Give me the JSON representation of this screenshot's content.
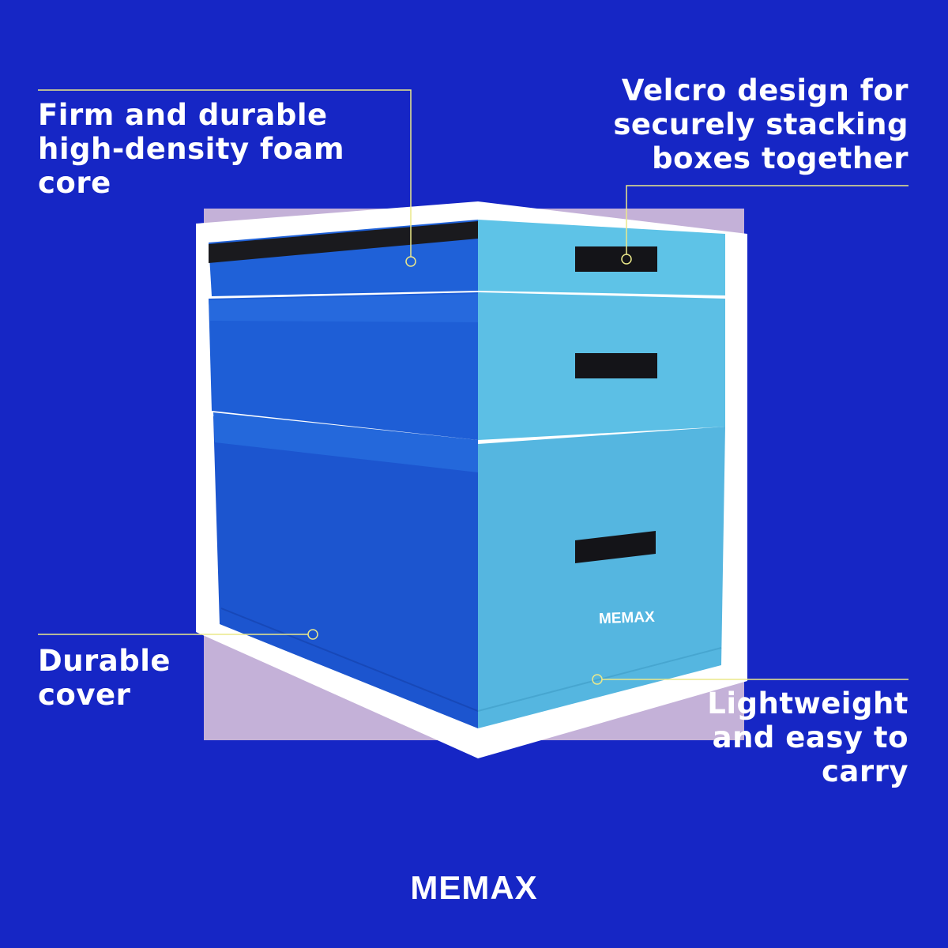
{
  "callouts": {
    "foam_core": [
      "Firm and durable",
      "high-density foam",
      "core"
    ],
    "velcro": [
      "Velcro design for",
      "securely stacking",
      "boxes together"
    ],
    "cover": [
      "Durable",
      "cover"
    ],
    "lightweight": [
      "Lightweight",
      "and easy to",
      "carry"
    ]
  },
  "brand": {
    "logo": "MEMAX",
    "product_logo": "MEMAX"
  },
  "colors": {
    "background": "#1626c5",
    "backdrop": "#c4b1d8",
    "box_dark_blue": "#1d5fd4",
    "box_light_blue": "#5bbde3",
    "callout_line": "#ece98a",
    "text": "#ffffff"
  }
}
